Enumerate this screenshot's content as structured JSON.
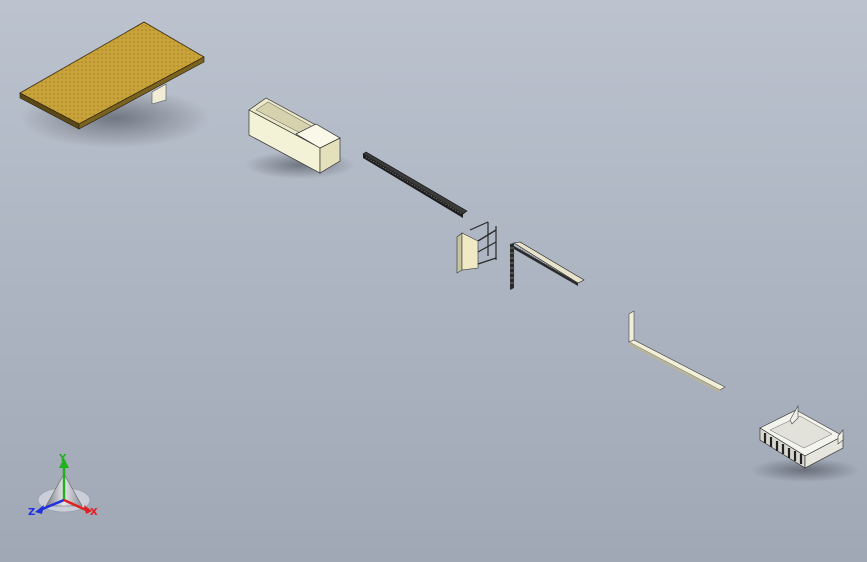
{
  "viewport": {
    "title": "",
    "background_top": "#bcc3cf",
    "background_bottom": "#a0a8b6"
  },
  "parts": [
    {
      "name": "table-top",
      "fill": "#c8a23a"
    },
    {
      "name": "cabinet-box",
      "fill": "#f4f2d6"
    },
    {
      "name": "rack-bar",
      "fill": "#3a3a3a"
    },
    {
      "name": "frame-stand",
      "fill": "#efeac4"
    },
    {
      "name": "comb-plate",
      "fill": "#2a2a2a"
    },
    {
      "name": "angle-bracket",
      "fill": "#f2efd8"
    },
    {
      "name": "end-tray",
      "fill": "#f4f4ee"
    }
  ],
  "triad": {
    "x_label": "X",
    "y_label": "Y",
    "z_label": "Z",
    "x_color": "#e02020",
    "y_color": "#20b020",
    "z_color": "#2030e0"
  }
}
